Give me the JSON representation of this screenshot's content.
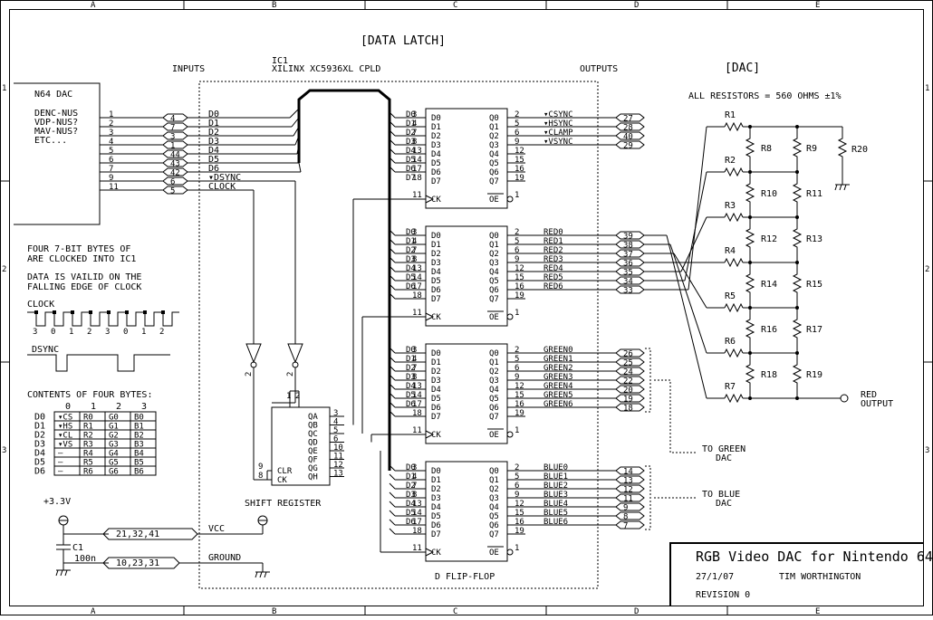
{
  "border": {
    "columns": [
      "A",
      "B",
      "C",
      "D",
      "E"
    ],
    "rows": [
      "1",
      "2",
      "3"
    ]
  },
  "header": {
    "data_latch": "[DATA LATCH]",
    "ic1": "IC1",
    "ic1_part": "XILINX XC5936XL CPLD",
    "inputs": "INPUTS",
    "outputs": "OUTPUTS",
    "dac": "[DAC]",
    "resistor_note": "ALL RESISTORS = 560 OHMS ±1%"
  },
  "n64": {
    "title": "N64 DAC",
    "lines": [
      "DENC-NUS",
      "VDP-NUS?",
      "MAV-NUS?",
      "ETC..."
    ],
    "pins": [
      "1",
      "2",
      "3",
      "4",
      "5",
      "6",
      "7",
      "9",
      "11"
    ],
    "connector_pins": [
      "4",
      "7",
      "3",
      "1",
      "44",
      "43",
      "42",
      "6",
      "5"
    ],
    "signals": [
      "D0",
      "D1",
      "D2",
      "D3",
      "D4",
      "D5",
      "D6",
      "DSYNC",
      "CLOCK"
    ]
  },
  "notes": {
    "bytes_line1": "FOUR 7-BIT BYTES OF",
    "bytes_line2": "ARE CLOCKED INTO IC1",
    "valid_line1": "DATA IS VAILID ON THE",
    "valid_line2": "FALLING EDGE OF CLOCK",
    "clock_label": "CLOCK",
    "clock_counts": [
      "3",
      "0",
      "1",
      "2",
      "3",
      "0",
      "1",
      "2"
    ],
    "dsync_label": "DSYNC"
  },
  "contents_table": {
    "title": "CONTENTS OF FOUR BYTES:",
    "columns": [
      "0",
      "1",
      "2",
      "3"
    ],
    "rows": [
      {
        "label": "D0",
        "cells": [
          "CS",
          "R0",
          "G0",
          "B0"
        ]
      },
      {
        "label": "D1",
        "cells": [
          "HS",
          "R1",
          "G1",
          "B1"
        ]
      },
      {
        "label": "D2",
        "cells": [
          "CL",
          "R2",
          "G2",
          "B2"
        ]
      },
      {
        "label": "D3",
        "cells": [
          "VS",
          "R3",
          "G3",
          "B3"
        ]
      },
      {
        "label": "D4",
        "cells": [
          "–",
          "R4",
          "G4",
          "B4"
        ]
      },
      {
        "label": "D5",
        "cells": [
          "–",
          "R5",
          "G5",
          "B5"
        ]
      },
      {
        "label": "D6",
        "cells": [
          "–",
          "R6",
          "G6",
          "B6"
        ]
      }
    ]
  },
  "power": {
    "supply": "+3.3V",
    "vcc_pins": "21,32,41",
    "vcc": "VCC",
    "gnd_pins": "10,23,31",
    "ground": "GROUND",
    "cap": "C1",
    "cap_value": "100n"
  },
  "shift_register": {
    "label": "SHIFT REGISTER",
    "inputs": [
      "CLR",
      "CK"
    ],
    "input_pins": [
      "9",
      "8"
    ],
    "outputs": [
      "QA",
      "QB",
      "QC",
      "QD",
      "QE",
      "QF",
      "QG",
      "QH"
    ],
    "output_pins": [
      "3",
      "4",
      "5",
      "6",
      "10",
      "11",
      "12",
      "13"
    ],
    "top_pins": [
      "1",
      "2"
    ],
    "buffer_pin": "2"
  },
  "flipflop": {
    "label": "D FLIP-FLOP",
    "d_labels": [
      "D0",
      "D1",
      "D2",
      "D3",
      "D4",
      "D5",
      "D6",
      "D7"
    ],
    "q_labels": [
      "Q0",
      "Q1",
      "Q2",
      "Q3",
      "Q4",
      "Q5",
      "Q6",
      "Q7"
    ],
    "d_pins": [
      "3",
      "4",
      "7",
      "8",
      "13",
      "14",
      "17",
      "18"
    ],
    "q_pins": [
      "2",
      "5",
      "6",
      "9",
      "12",
      "15",
      "16",
      "19"
    ],
    "ck": "CK",
    "oe": "OE",
    "ck_pin": "11",
    "oe_pin": "1"
  },
  "latch_outputs": {
    "sync": {
      "signals": [
        "CSYNC",
        "HSYNC",
        "CLAMP",
        "VSYNC"
      ],
      "pins": [
        "27",
        "28",
        "40",
        "29"
      ]
    },
    "red": {
      "signals": [
        "RED0",
        "RED1",
        "RED2",
        "RED3",
        "RED4",
        "RED5",
        "RED6"
      ],
      "pins": [
        "39",
        "38",
        "37",
        "36",
        "35",
        "34",
        "33"
      ]
    },
    "green": {
      "signals": [
        "GREEN0",
        "GREEN1",
        "GREEN2",
        "GREEN3",
        "GREEN4",
        "GREEN5",
        "GREEN6"
      ],
      "pins": [
        "26",
        "25",
        "24",
        "22",
        "20",
        "19",
        "18"
      ]
    },
    "blue": {
      "signals": [
        "BLUE0",
        "BLUE1",
        "BLUE2",
        "BLUE3",
        "BLUE4",
        "BLUE5",
        "BLUE6"
      ],
      "pins": [
        "14",
        "13",
        "12",
        "11",
        "9",
        "8",
        "7"
      ]
    }
  },
  "dac_resistors": {
    "series": [
      "R1",
      "R2",
      "R3",
      "R4",
      "R5",
      "R6",
      "R7"
    ],
    "shunt_left": [
      "R8",
      "R10",
      "R12",
      "R14",
      "R16",
      "R18"
    ],
    "shunt_right": [
      "R9",
      "R11",
      "R13",
      "R15",
      "R17",
      "R19"
    ],
    "load": "R20",
    "output_line1": "RED",
    "output_line2": "OUTPUT"
  },
  "to_green": {
    "line1": "TO GREEN",
    "line2": "DAC"
  },
  "to_blue": {
    "line1": "TO BLUE",
    "line2": "DAC"
  },
  "title_block": {
    "title": "RGB Video DAC for Nintendo 64",
    "date": "27/1/07",
    "author": "TIM WORTHINGTON",
    "revision": "REVISION 0"
  }
}
